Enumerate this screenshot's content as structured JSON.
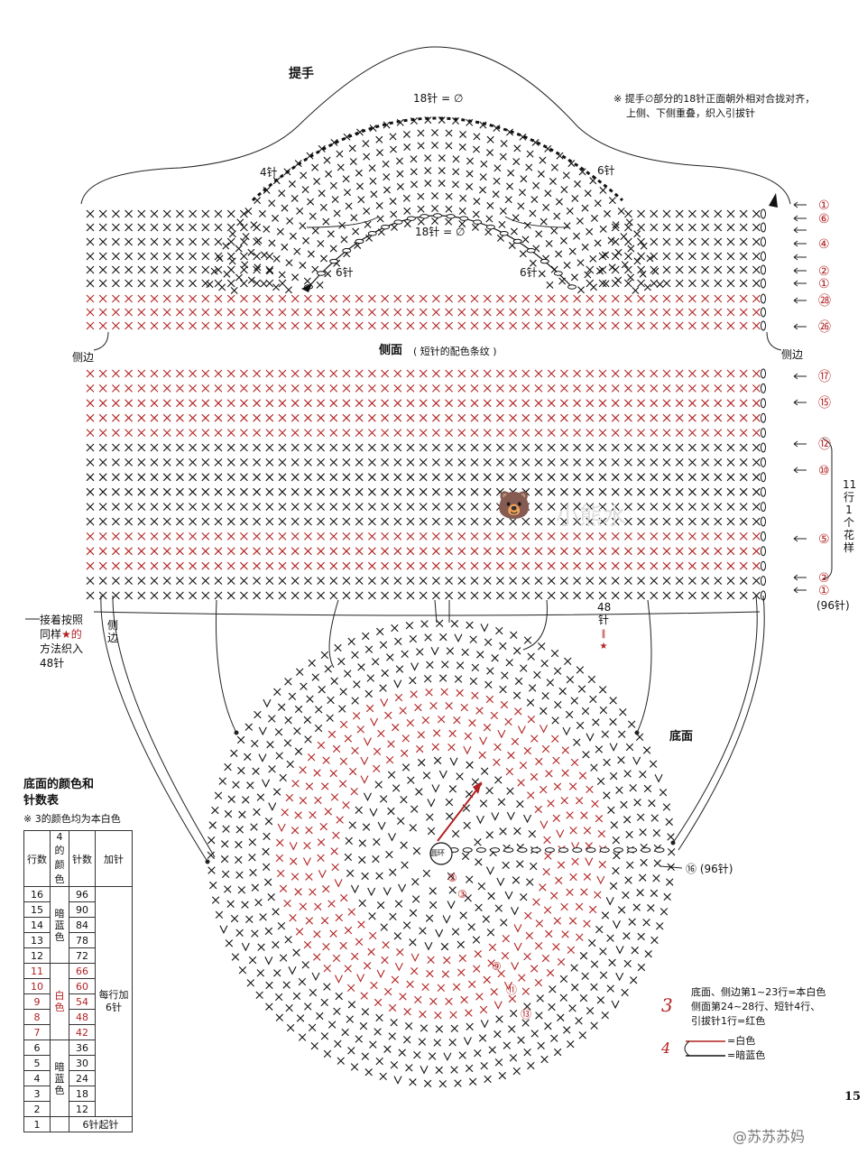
{
  "handle": {
    "title": "提手",
    "top_count": "18针 = ∅",
    "inner_count": "18针 = ∅",
    "left_4": "4针",
    "right_6": "6针",
    "left_inner_6": "6针",
    "right_inner_6": "6针",
    "note_lines": [
      "※ 提手∅部分的18针正面朝外相对合拢对齐，",
      "上侧、下侧重叠，织入引拔针"
    ]
  },
  "side": {
    "title": "侧面",
    "subtitle": "( 短针的配色条纹 )",
    "left_edge": "侧边",
    "right_edge": "侧边",
    "bottom_edge_vertical": "侧边",
    "stitch_count_48": "48针",
    "equals_star": "‖ ★",
    "total": "(96针)",
    "repeat_label": "11行1个花样",
    "row_markers_top": [
      "①",
      "⑥",
      "④",
      "②",
      "①",
      "㉘",
      "㉖"
    ],
    "row_markers_main": [
      "⑰",
      "⑮",
      "⑫",
      "⑩",
      "⑤",
      "②",
      "①"
    ],
    "join_note_lines": [
      "接着按照",
      "同样",
      "方法织入",
      "48针"
    ],
    "join_note_star": "★的"
  },
  "bottom": {
    "title": "底面",
    "ring": "圆环",
    "row_labels": [
      "②",
      "③",
      "⑨",
      "⑪",
      "⑬"
    ],
    "final_row": "⑯ (96针)"
  },
  "table": {
    "title_lines": [
      "底面的颜色和",
      "针数表"
    ],
    "note": "※ 3的颜色均为本白色",
    "headers": [
      "行数",
      "4的颜色",
      "针数",
      "加针"
    ],
    "rows": [
      {
        "row": "16",
        "count": "96",
        "red": false
      },
      {
        "row": "15",
        "count": "90",
        "red": false
      },
      {
        "row": "14",
        "count": "84",
        "red": false
      },
      {
        "row": "13",
        "count": "78",
        "red": false
      },
      {
        "row": "12",
        "count": "72",
        "red": false
      },
      {
        "row": "11",
        "count": "66",
        "red": true
      },
      {
        "row": "10",
        "count": "60",
        "red": true
      },
      {
        "row": "9",
        "count": "54",
        "red": true
      },
      {
        "row": "8",
        "count": "48",
        "red": true
      },
      {
        "row": "7",
        "count": "42",
        "red": true
      },
      {
        "row": "6",
        "count": "36",
        "red": false
      },
      {
        "row": "5",
        "count": "30",
        "red": false
      },
      {
        "row": "4",
        "count": "24",
        "red": false
      },
      {
        "row": "3",
        "count": "18",
        "red": false
      },
      {
        "row": "2",
        "count": "12",
        "red": false
      },
      {
        "row": "1",
        "count": "6针起针",
        "red": false
      }
    ],
    "color_dark_blue_1": "暗蓝色",
    "color_white": "白色",
    "color_dark_blue_2": "暗蓝色",
    "increase": "每行加6针"
  },
  "legend": {
    "num3": "3",
    "line3_1": "底面、侧边第1~23行=本白色",
    "line3_2": "侧面第24~28行、短针4行、",
    "line3_3": "引拔针1行=红色",
    "num4": "4",
    "white": "=白色",
    "darkblue": "=暗蓝色"
  },
  "page_number": "15",
  "watermark": "@苏苏苏妈",
  "watermark_center": "小熊水",
  "colors": {
    "red": "#b22222",
    "black": "#111111"
  }
}
